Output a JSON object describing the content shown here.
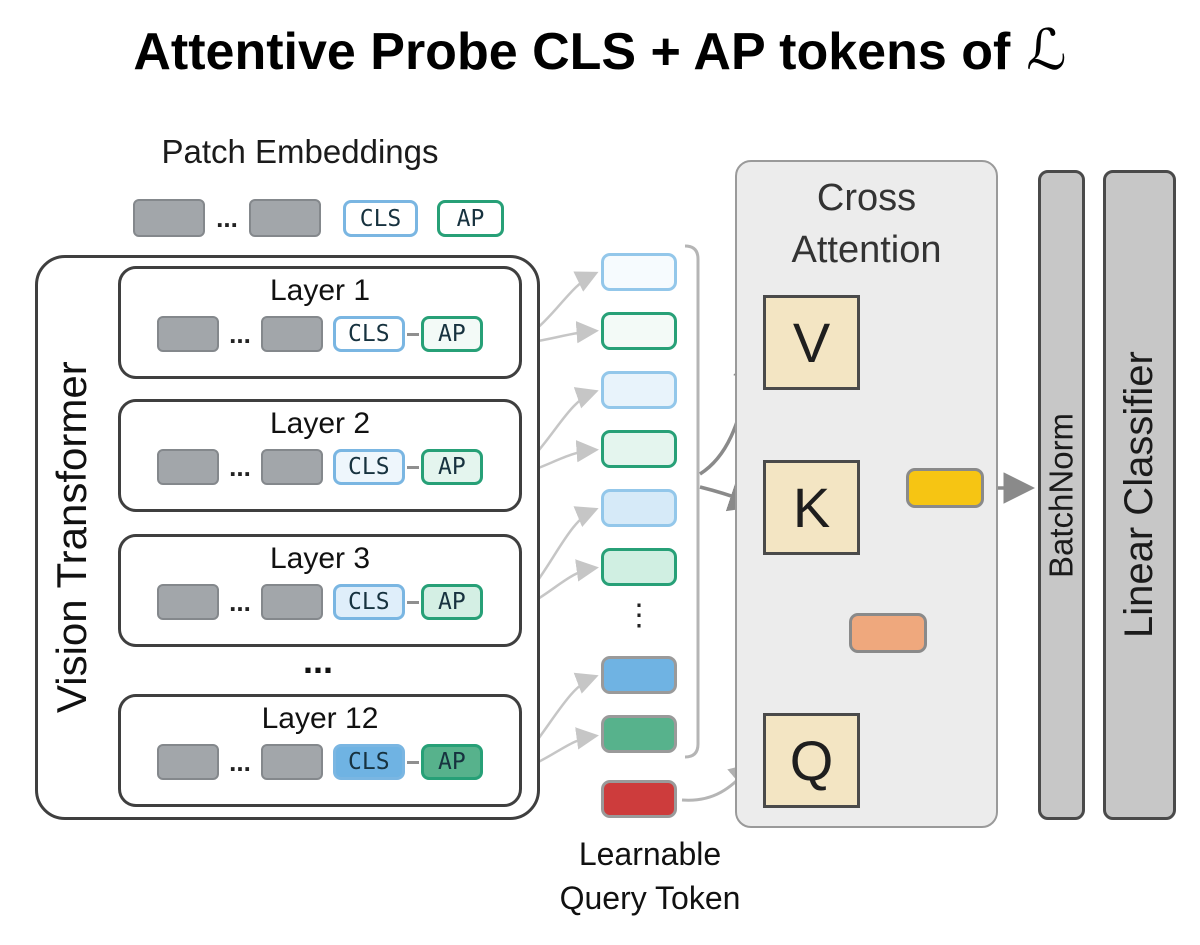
{
  "title": {
    "text": "Attentive Probe CLS + AP tokens of",
    "math_symbol": "ℒ"
  },
  "patch_embeddings": {
    "label": "Patch Embeddings",
    "dots": "...",
    "cls_label": "CLS",
    "ap_label": "AP"
  },
  "vision_transformer": {
    "label": "Vision Transformer",
    "between_layers_ellipsis": "...",
    "layers": [
      {
        "label": "Layer 1",
        "dots": "...",
        "cls_label": "CLS",
        "ap_label": "AP",
        "cls_fill": "#ffffff",
        "ap_fill": "#f3faf7"
      },
      {
        "label": "Layer 2",
        "dots": "...",
        "cls_label": "CLS",
        "ap_label": "AP",
        "cls_fill": "#eef6fc",
        "ap_fill": "#e4f5ee"
      },
      {
        "label": "Layer 3",
        "dots": "...",
        "cls_label": "CLS",
        "ap_label": "AP",
        "cls_fill": "#dfeefa",
        "ap_fill": "#d4efe4"
      },
      {
        "label": "Layer 12",
        "dots": "...",
        "cls_label": "CLS",
        "ap_label": "AP",
        "cls_fill": "#6fb3e3",
        "ap_fill": "#57b28c"
      }
    ]
  },
  "token_column": {
    "vertical_dots": "⋮",
    "tokens": [
      {
        "name": "cls-token-layer-1",
        "fill": "#f6fbfe",
        "border": "#93c7ea"
      },
      {
        "name": "ap-token-layer-1",
        "fill": "#f3faf7",
        "border": "#27a077"
      },
      {
        "name": "cls-token-layer-2",
        "fill": "#e8f3fb",
        "border": "#93c7ea"
      },
      {
        "name": "ap-token-layer-2",
        "fill": "#e4f5ee",
        "border": "#27a077"
      },
      {
        "name": "cls-token-layer-3",
        "fill": "#d6eaf8",
        "border": "#93c7ea"
      },
      {
        "name": "ap-token-layer-3",
        "fill": "#d0efe2",
        "border": "#27a077"
      },
      {
        "name": "cls-token-layer-12",
        "fill": "#6fb3e3",
        "border": "#9a9a9a"
      },
      {
        "name": "ap-token-layer-12",
        "fill": "#57b28c",
        "border": "#9a9a9a"
      }
    ]
  },
  "learnable_query": {
    "label_line1": "Learnable",
    "label_line2": "Query Token",
    "fill": "#cd3c3c",
    "border": "#9a9a9a"
  },
  "cross_attention": {
    "title_line1": "Cross",
    "title_line2": "Attention",
    "v_label": "V",
    "k_label": "K",
    "q_label": "Q",
    "qkv_fill": "#f3e5c3",
    "attention_weights_fill": "#efa87d",
    "output_fill": "#f6c513"
  },
  "batchnorm_label": "BatchNorm",
  "linear_classifier_label": "Linear Classifier",
  "colors": {
    "patch_fill": "#a2a6aa",
    "cls_border_blue": "#7ab6e2",
    "ap_border_green": "#27a077",
    "panel_gray": "#ececec",
    "bar_gray": "#c7c7c7",
    "arrow_dark": "#8a8a8a",
    "arrow_light": "#c6c6c6"
  }
}
